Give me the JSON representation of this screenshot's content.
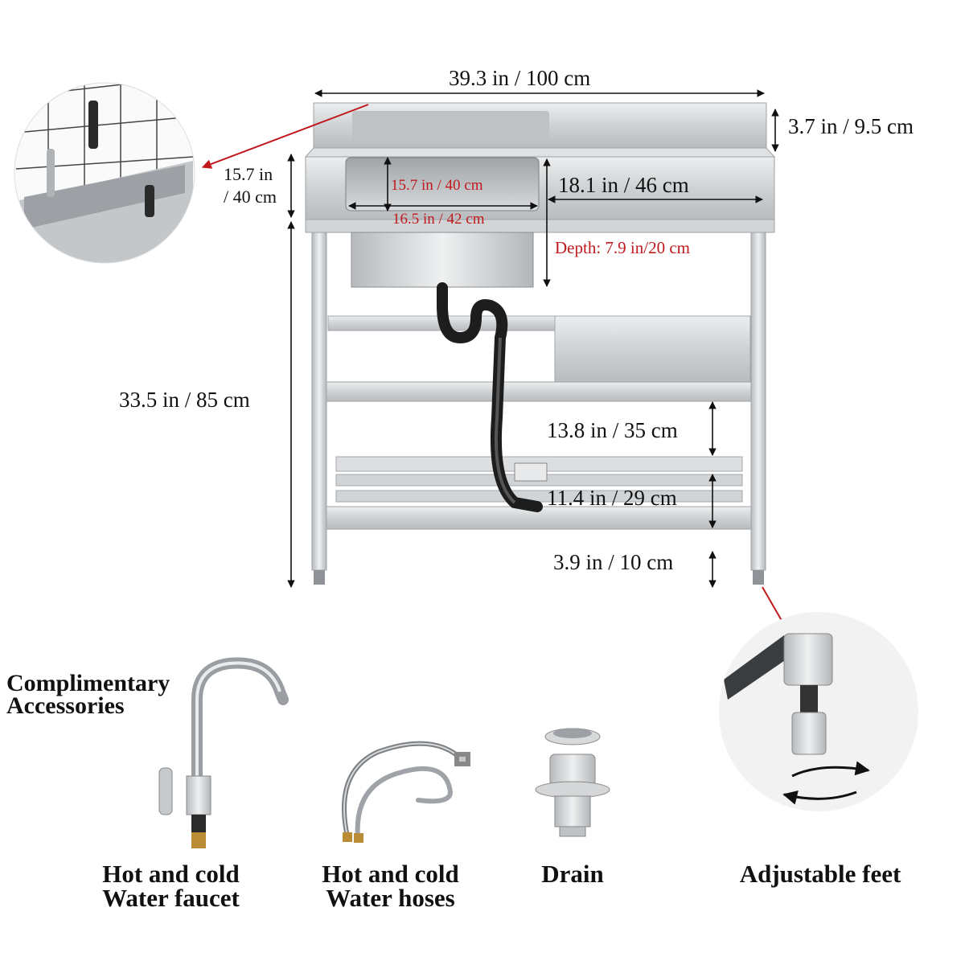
{
  "dimensions": {
    "total_width": "39.3 in / 100 cm",
    "backsplash_height": "3.7 in / 9.5 cm",
    "table_depth_line1": "15.7 in",
    "table_depth_line2": "/ 40 cm",
    "bowl_width": "15.7 in / 40 cm",
    "bowl_length": "16.5 in / 42 cm",
    "drainboard_width": "18.1 in / 46 cm",
    "bowl_depth": "Depth: 7.9 in/20 cm",
    "total_height": "33.5 in / 85 cm",
    "shelf_gap": "13.8 in / 35 cm",
    "lower_shelf_height": "11.4 in / 29 cm",
    "leg_height": "3.9 in / 10 cm"
  },
  "accessories": {
    "heading_line1": "Complimentary",
    "heading_line2": "Accessories",
    "items": [
      {
        "line1": "Hot and cold",
        "line2": "Water faucet",
        "icon": "faucet-icon"
      },
      {
        "line1": "Hot and cold",
        "line2": "Water hoses",
        "icon": "hoses-icon"
      },
      {
        "line1": "Drain",
        "line2": "",
        "icon": "drain-icon"
      },
      {
        "line1": "Adjustable feet",
        "line2": "",
        "icon": "adjustable-foot-icon"
      }
    ]
  },
  "colors": {
    "accent_arrow": "#c0191d",
    "steel": "#c9cbcd"
  }
}
